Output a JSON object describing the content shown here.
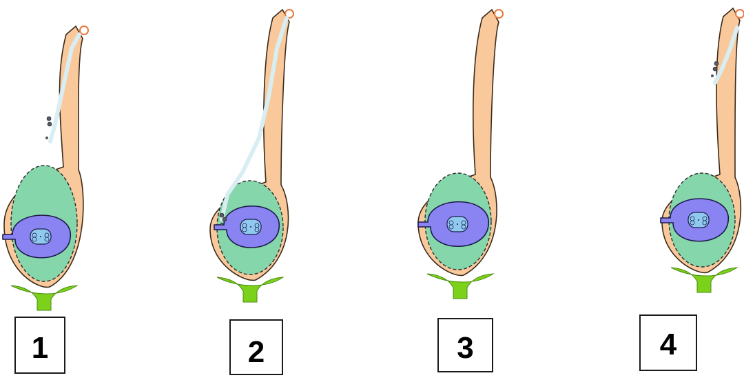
{
  "figure": {
    "panels": [
      {
        "label": "1",
        "stage": "pollen-tube-growing",
        "tube_visible": true,
        "sperm_visible": true,
        "sperm_released": false
      },
      {
        "label": "2",
        "stage": "pollen-tube-reached-ovule",
        "tube_visible": true,
        "sperm_visible": true,
        "sperm_released": true
      },
      {
        "label": "3",
        "stage": "no-pollen-tube",
        "tube_visible": false,
        "sperm_visible": false,
        "sperm_released": false
      },
      {
        "label": "4",
        "stage": "pollen-tube-entering-style",
        "tube_visible": true,
        "sperm_visible": true,
        "sperm_released": false
      }
    ],
    "colors": {
      "pistil": "#f9c99c",
      "pistil_outline": "#3a2a1a",
      "ovary_interior": "#86d6ac",
      "ovule": "#8a84f2",
      "embryo_sac": "#8fc9f0",
      "pollen_tube": "#d8eef2",
      "receptacle": "#7cd21a",
      "stigma": "#e8773a",
      "sperm": "#555a66"
    },
    "icons": {
      "pistil": "pistil-icon",
      "stigma": "stigma-icon",
      "ovule": "ovule-icon",
      "receptacle": "receptacle-icon"
    }
  }
}
